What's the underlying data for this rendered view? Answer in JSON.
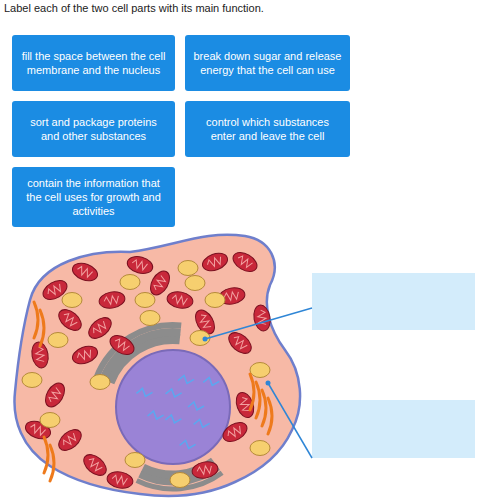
{
  "diagram": {
    "title": "Label each of the two cell parts with its main function.",
    "nodes": [
      {
        "text": [
          "fill the space between the cell membrane and the nucleus"
        ]
      },
      {
        "text": [
          "break down sugar and release energy that the cell can use"
        ]
      },
      {
        "text": [
          "sort and package proteins and other substances"
        ]
      },
      {
        "text": [
          "control which substances enter and leave the cell"
        ]
      },
      {
        "text": [
          "contain the information that the cell uses for growth and activities"
        ]
      }
    ]
  }
}
